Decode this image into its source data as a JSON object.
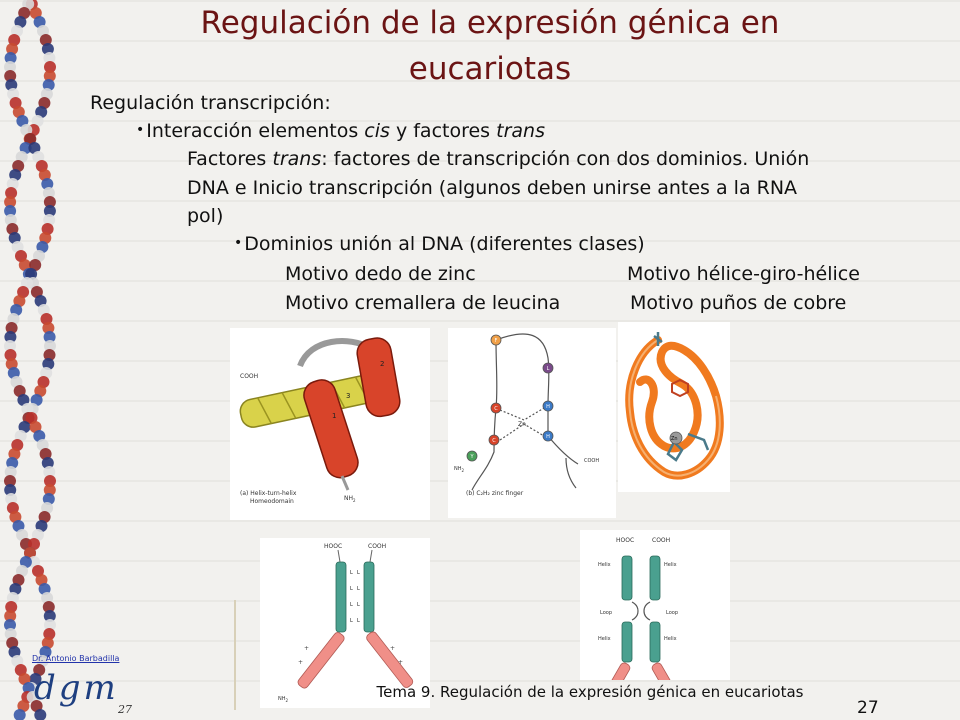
{
  "title": {
    "line1": "Regulación de la expresión génica en",
    "line2": "eucariotas"
  },
  "body": {
    "heading": "Regulación transcripción:",
    "bullet1": {
      "dot": "•",
      "pre": "Interacción elementos ",
      "cis": "cis",
      "mid": " y factores ",
      "trans": "trans"
    },
    "para": {
      "line1_pre": "Factores ",
      "line1_trans": "trans",
      "line1_post": ": factores de transcripción con dos dominios. Unión",
      "line2": "DNA e Inicio transcripción (algunos deben unirse antes a la RNA",
      "line3": "pol)"
    },
    "bullet2": {
      "dot": "•",
      "text": "Dominios unión al DNA (diferentes clases)"
    },
    "motifs": {
      "zinc": "Motivo dedo de zinc",
      "hth": "Motivo hélice-giro-hélice",
      "leucine": "Motivo cremallera de leucina",
      "copper": "Motivo puños de cobre"
    }
  },
  "figures": {
    "hth": {
      "cooh": "COOH",
      "nh2": "NH",
      "nh2_sub": "2",
      "h1": "1",
      "h2": "2",
      "h3": "3",
      "caption1": "(a) Helix-turn-helix",
      "caption2": "Homeodomain"
    },
    "zinc": {
      "f": "F",
      "l": "L",
      "c1": "C",
      "c2": "C",
      "h1": "H",
      "h2": "H",
      "y": "Y",
      "zn": "Zn",
      "nh2": "NH",
      "nh2_sub": "2",
      "cooh": "COOH",
      "caption": "(b) C₂H₂ zinc finger"
    },
    "copper": {
      "zn": "Zn"
    },
    "leucine": {
      "hooc": "HOOC",
      "cooh": "COOH",
      "l": "L",
      "nh2": "NH",
      "nh2_sub": "2",
      "plus": "+"
    },
    "hlh": {
      "hooc": "HOOC",
      "cooh": "COOH",
      "helix": "Helix",
      "loop": "Loop"
    }
  },
  "footer": {
    "text": "Tema 9. Regulación de la expresión génica en eucariotas",
    "page": "27"
  },
  "logo": {
    "author": "Dr. Antonio Barbadilla",
    "text": "dgm",
    "num": "27"
  },
  "colors": {
    "title": "#6b1414",
    "helix_red": "#d8442a",
    "helix_yellow": "#d9d24a",
    "teal": "#4aa08f",
    "salmon": "#f08f88",
    "copper_orange": "#f07a1f"
  }
}
